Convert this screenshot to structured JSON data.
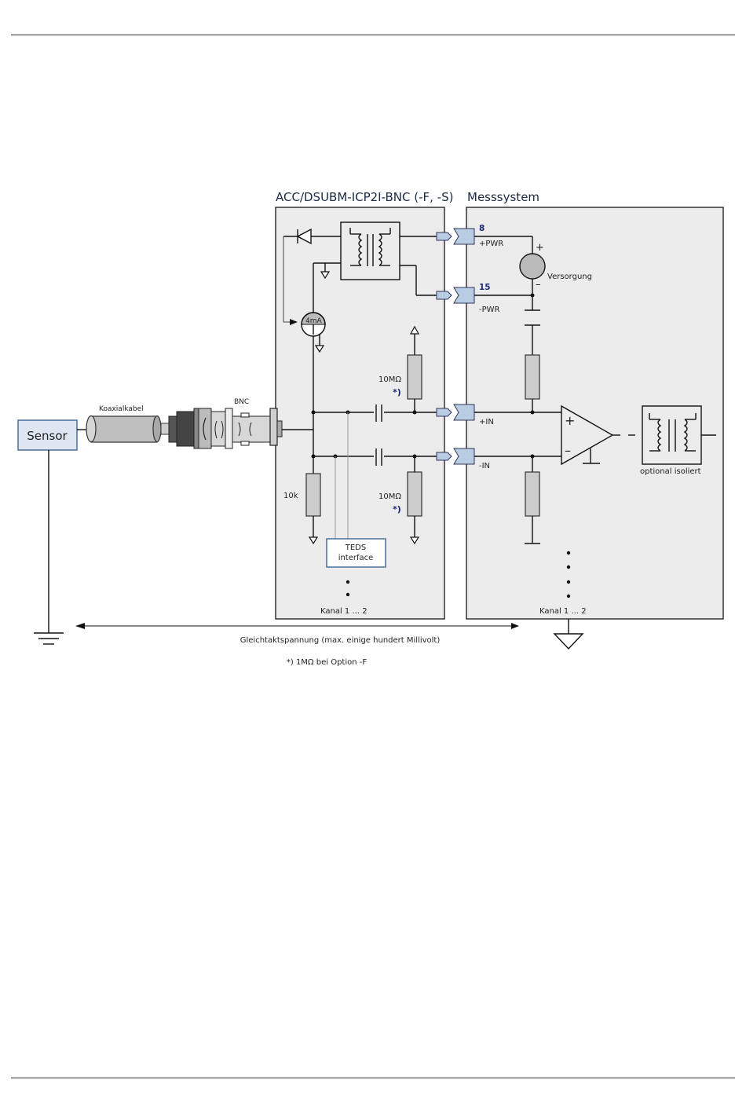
{
  "module": {
    "title": "ACC/DSUBM-ICP2I-BNC (-F, -S)",
    "current_source_label": "4mA",
    "resistor_10k": "10k",
    "resistor_top": "10MΩ",
    "resistor_bottom": "10MΩ",
    "star_top": "*)",
    "star_bottom": "*)",
    "teds": [
      "TEDS",
      "interface"
    ],
    "channels": "Kanal 1 ... 2"
  },
  "system": {
    "title": "Messsystem",
    "supply_label": "Versorgung",
    "plus_sign": "+",
    "minus_sign": "–",
    "isolation_label": "optional isoliert",
    "channels": "Kanal 1 ... 2"
  },
  "pins": {
    "pwr_plus_num": "8",
    "pwr_plus": "+PWR",
    "pwr_minus_num": "15",
    "pwr_minus": "-PWR",
    "in_plus": "+IN",
    "in_minus": "-IN"
  },
  "amplifier": {
    "plus": "+",
    "minus": "–"
  },
  "sensor": {
    "label": "Sensor",
    "cable_label": "Koaxialkabel",
    "connector_label": "BNC"
  },
  "footer": {
    "common_mode": "Gleichtaktspannung (max. einige hundert Millivolt)",
    "note": "*) 1MΩ bei Option -F"
  },
  "colors": {
    "panel_fill": "#ececec",
    "panel_stroke": "#333333",
    "connector_fill": "#b8cce4",
    "resistor_fill": "#cccccc",
    "label_blue": "#1a2a7a"
  }
}
